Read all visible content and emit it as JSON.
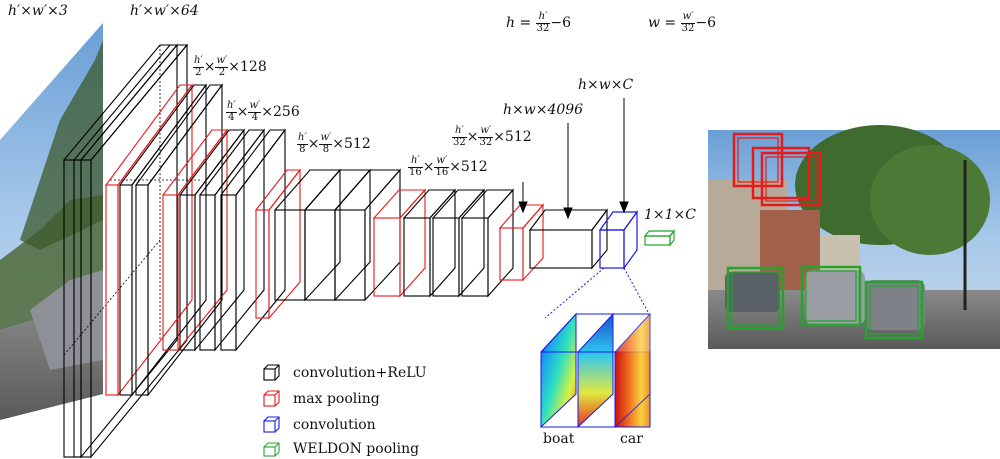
{
  "diagram": {
    "dims": {
      "input": "h′×w′×3",
      "c64": "h′×w′×64",
      "c128_num": "h′",
      "c128_d1": "2",
      "c128_num2": "w′",
      "c128_d2": "2",
      "c128_tail": "×128",
      "c256_num": "h′",
      "c256_d1": "4",
      "c256_num2": "w′",
      "c256_d2": "4",
      "c256_tail": "×256",
      "c512a_num": "h′",
      "c512a_d1": "8",
      "c512a_num2": "w′",
      "c512a_d2": "8",
      "c512a_tail": "×512",
      "c512b_num": "h′",
      "c512b_d1": "16",
      "c512b_num2": "w′",
      "c512b_d2": "16",
      "c512b_tail": "×512",
      "c512c_num": "h′",
      "c512c_d1": "32",
      "c512c_num2": "w′",
      "c512c_d2": "32",
      "c512c_tail": "×512",
      "fc": "h×w×4096",
      "hwc": "h×w×C",
      "out": "1×1×C"
    },
    "formula": {
      "h_lhs": "h =",
      "h_num": "h′",
      "h_den": "32",
      "h_tail": "−6",
      "w_lhs": "w =",
      "w_num": "w′",
      "w_den": "32",
      "w_tail": "−6"
    },
    "maps": {
      "boat": "boat",
      "car": "car"
    },
    "legend": [
      {
        "label": "convolution+ReLU",
        "color": "#000000"
      },
      {
        "label": "max pooling",
        "color": "#e8191b"
      },
      {
        "label": "convolution",
        "color": "#1a1ae6"
      },
      {
        "label": "WELDON pooling",
        "color": "#22a52a"
      }
    ],
    "colors": {
      "conv": "#000000",
      "pool": "#e8191b",
      "conv_final": "#1a1ae6",
      "weldon": "#22a52a",
      "box": "#e8191b",
      "box2": "#22a52a"
    }
  }
}
